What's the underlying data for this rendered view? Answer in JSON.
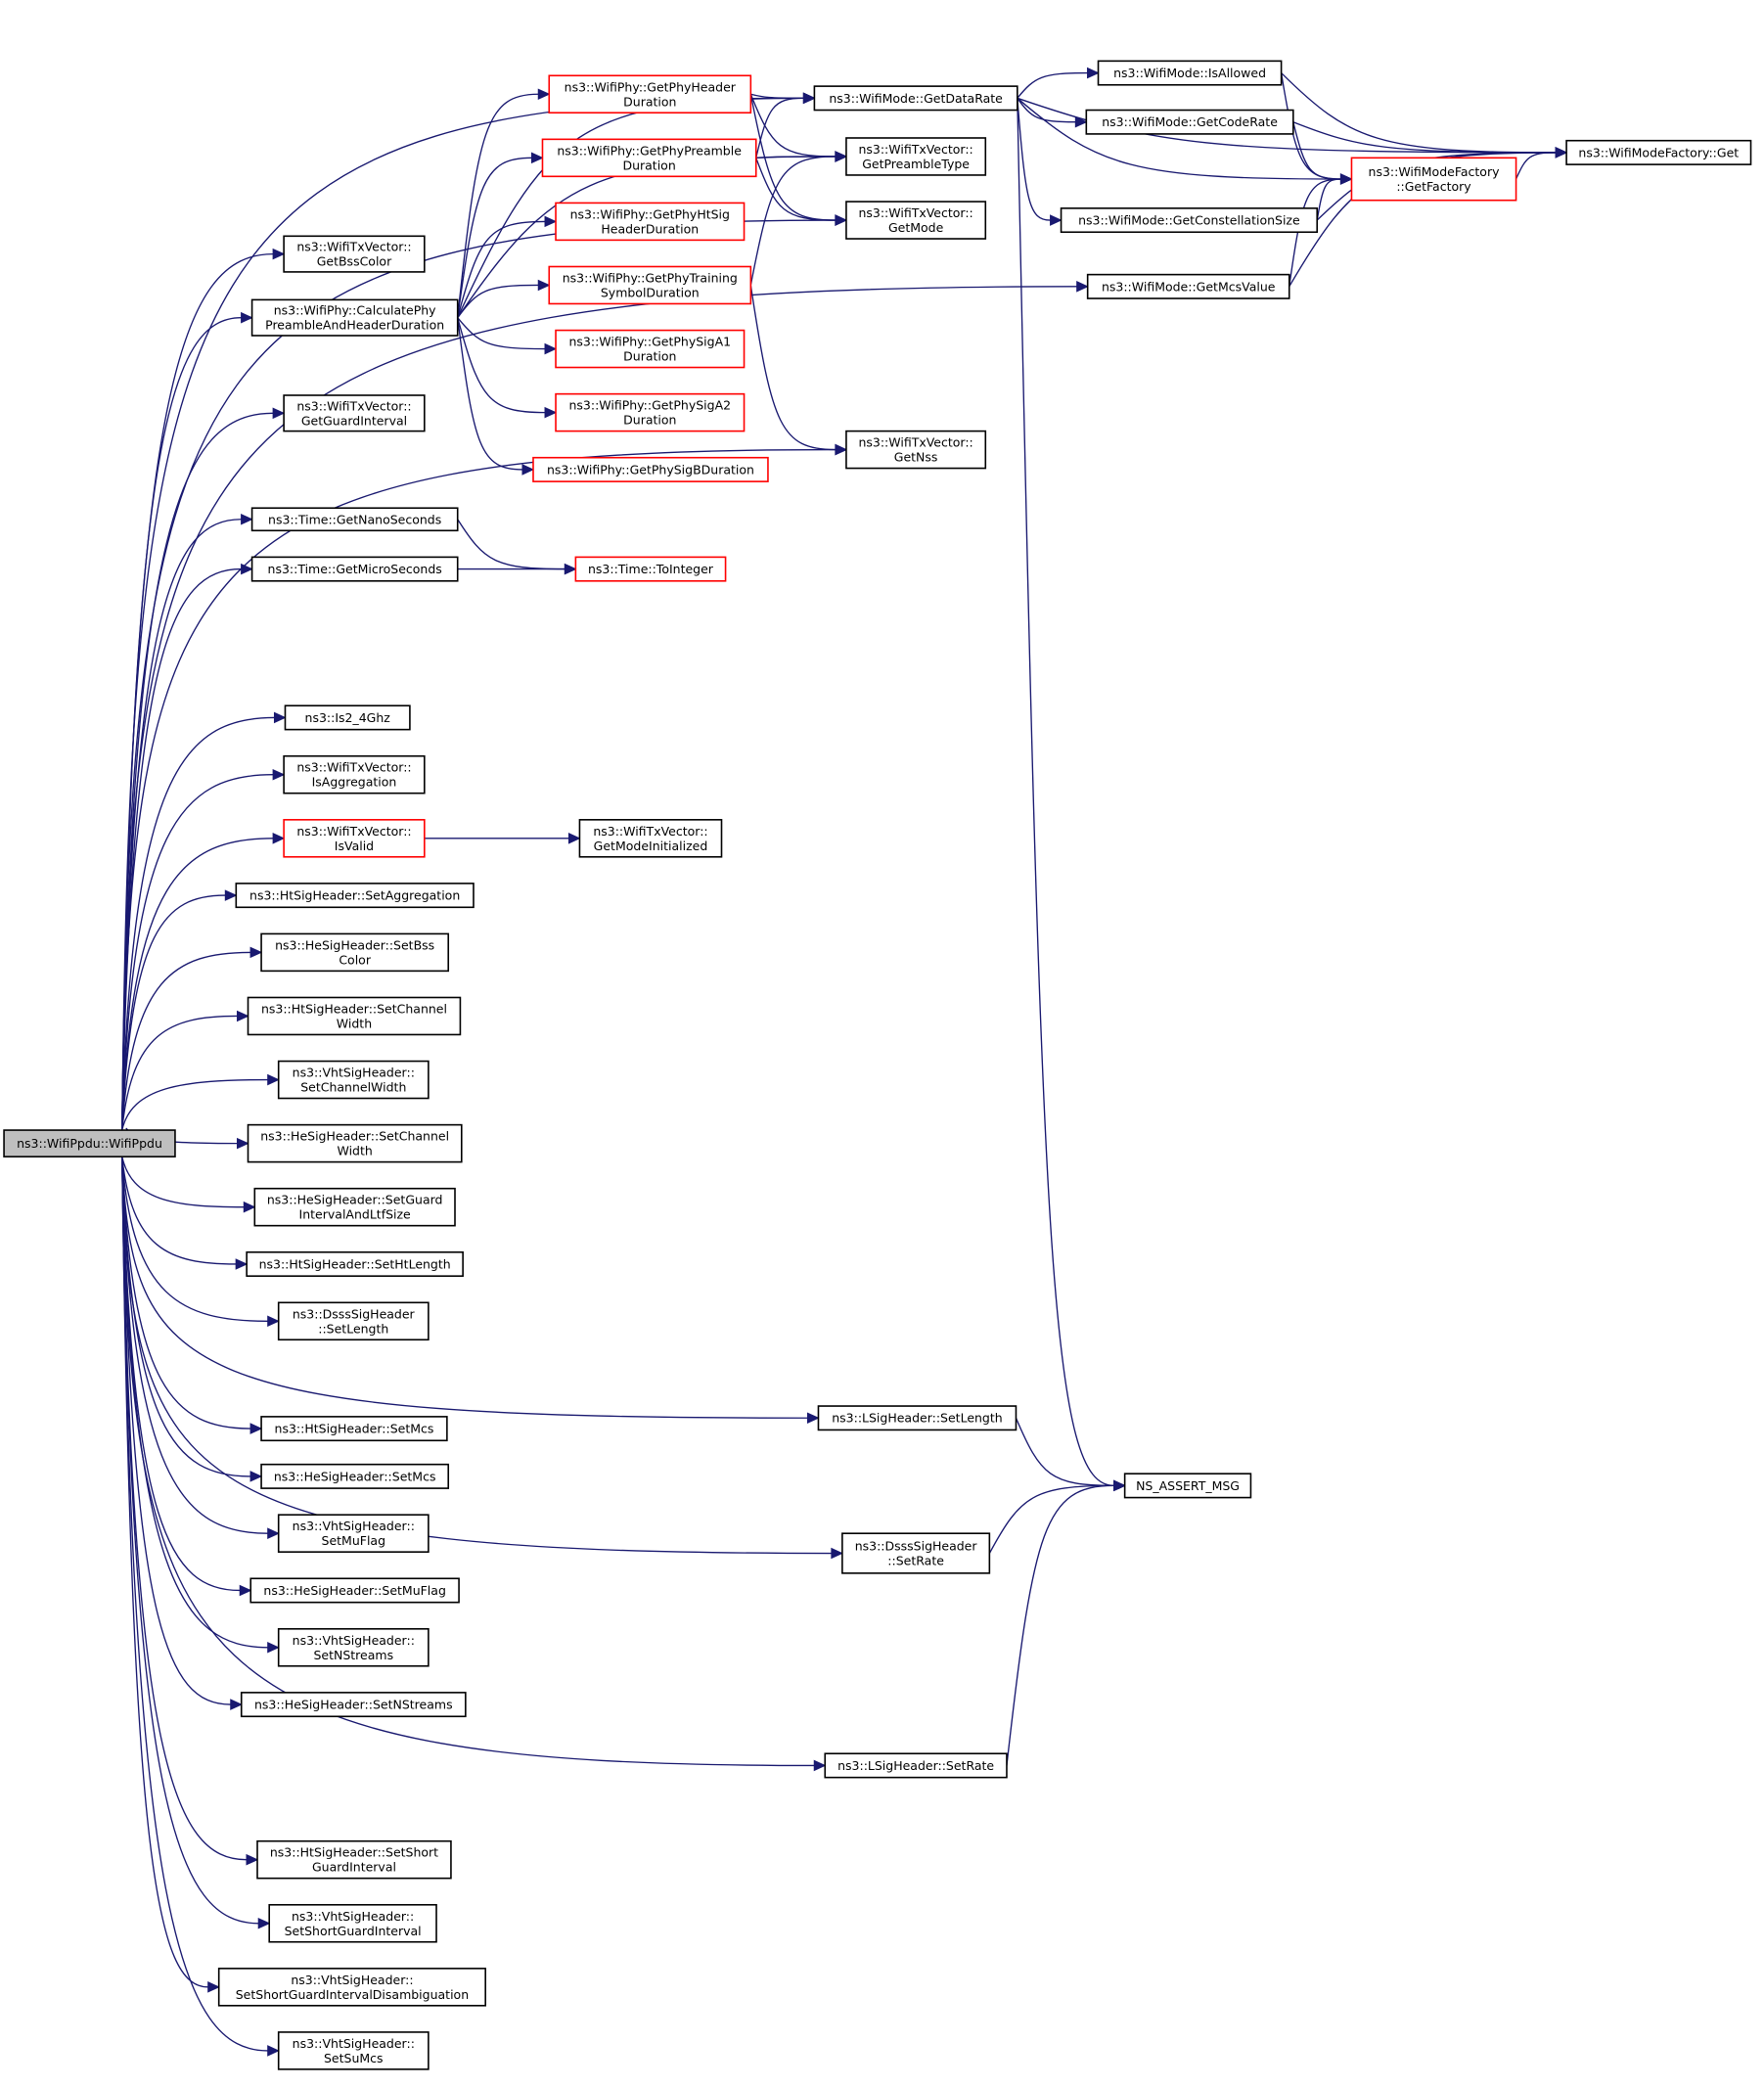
{
  "colors": {
    "edge": "#191970",
    "node_border": "#000000",
    "node_border_incomplete": "#ff0000",
    "root_fill": "#bfbfbf",
    "background": "#ffffff"
  },
  "nodes": [
    {
      "id": "root",
      "lines": [
        "ns3::WifiPpdu::WifiPpdu"
      ],
      "style": "root"
    },
    {
      "id": "getBssColor",
      "lines": [
        "ns3::WifiTxVector::",
        "GetBssColor"
      ],
      "style": "normal"
    },
    {
      "id": "calcPhy",
      "lines": [
        "ns3::WifiPhy::CalculatePhy",
        "PreambleAndHeaderDuration"
      ],
      "style": "normal"
    },
    {
      "id": "getGuardInterval",
      "lines": [
        "ns3::WifiTxVector::",
        "GetGuardInterval"
      ],
      "style": "normal"
    },
    {
      "id": "getNanoSeconds",
      "lines": [
        "ns3::Time::GetNanoSeconds"
      ],
      "style": "normal"
    },
    {
      "id": "getMicroSeconds",
      "lines": [
        "ns3::Time::GetMicroSeconds"
      ],
      "style": "normal"
    },
    {
      "id": "is24",
      "lines": [
        "ns3::Is2_4Ghz"
      ],
      "style": "normal"
    },
    {
      "id": "isAggregation",
      "lines": [
        "ns3::WifiTxVector::",
        "IsAggregation"
      ],
      "style": "normal"
    },
    {
      "id": "isValid",
      "lines": [
        "ns3::WifiTxVector::",
        "IsValid"
      ],
      "style": "red"
    },
    {
      "id": "htSetAggregation",
      "lines": [
        "ns3::HtSigHeader::SetAggregation"
      ],
      "style": "normal"
    },
    {
      "id": "heSetBssColor",
      "lines": [
        "ns3::HeSigHeader::SetBss",
        "Color"
      ],
      "style": "normal"
    },
    {
      "id": "htSetChannelWidth",
      "lines": [
        "ns3::HtSigHeader::SetChannel",
        "Width"
      ],
      "style": "normal"
    },
    {
      "id": "vhtSetChannelWidth",
      "lines": [
        "ns3::VhtSigHeader::",
        "SetChannelWidth"
      ],
      "style": "normal"
    },
    {
      "id": "heSetChannelWidth",
      "lines": [
        "ns3::HeSigHeader::SetChannel",
        "Width"
      ],
      "style": "normal"
    },
    {
      "id": "heSetGuard",
      "lines": [
        "ns3::HeSigHeader::SetGuard",
        "IntervalAndLtfSize"
      ],
      "style": "normal"
    },
    {
      "id": "htSetHtLength",
      "lines": [
        "ns3::HtSigHeader::SetHtLength"
      ],
      "style": "normal"
    },
    {
      "id": "dsssSetLength",
      "lines": [
        "ns3::DsssSigHeader",
        "::SetLength"
      ],
      "style": "normal"
    },
    {
      "id": "htSetMcs",
      "lines": [
        "ns3::HtSigHeader::SetMcs"
      ],
      "style": "normal"
    },
    {
      "id": "heSetMcs",
      "lines": [
        "ns3::HeSigHeader::SetMcs"
      ],
      "style": "normal"
    },
    {
      "id": "vhtSetMuFlag",
      "lines": [
        "ns3::VhtSigHeader::",
        "SetMuFlag"
      ],
      "style": "normal"
    },
    {
      "id": "heSetMuFlag",
      "lines": [
        "ns3::HeSigHeader::SetMuFlag"
      ],
      "style": "normal"
    },
    {
      "id": "vhtSetNStreams",
      "lines": [
        "ns3::VhtSigHeader::",
        "SetNStreams"
      ],
      "style": "normal"
    },
    {
      "id": "heSetNStreams",
      "lines": [
        "ns3::HeSigHeader::SetNStreams"
      ],
      "style": "normal"
    },
    {
      "id": "htSetShortGuard",
      "lines": [
        "ns3::HtSigHeader::SetShort",
        "GuardInterval"
      ],
      "style": "normal"
    },
    {
      "id": "vhtSetShortGuard",
      "lines": [
        "ns3::VhtSigHeader::",
        "SetShortGuardInterval"
      ],
      "style": "normal"
    },
    {
      "id": "vhtSetShortGuardDisamb",
      "lines": [
        "ns3::VhtSigHeader::",
        "SetShortGuardIntervalDisambiguation"
      ],
      "style": "normal"
    },
    {
      "id": "vhtSetSuMcs",
      "lines": [
        "ns3::VhtSigHeader::",
        "SetSuMcs"
      ],
      "style": "normal"
    },
    {
      "id": "getPhyHeaderDuration",
      "lines": [
        "ns3::WifiPhy::GetPhyHeader",
        "Duration"
      ],
      "style": "red"
    },
    {
      "id": "getPhyPreambleDuration",
      "lines": [
        "ns3::WifiPhy::GetPhyPreamble",
        "Duration"
      ],
      "style": "red"
    },
    {
      "id": "getPhyHtSigHeaderDuration",
      "lines": [
        "ns3::WifiPhy::GetPhyHtSig",
        "HeaderDuration"
      ],
      "style": "red"
    },
    {
      "id": "getPhyTrainingSymbolDuration",
      "lines": [
        "ns3::WifiPhy::GetPhyTraining",
        "SymbolDuration"
      ],
      "style": "red"
    },
    {
      "id": "getPhySigA1Duration",
      "lines": [
        "ns3::WifiPhy::GetPhySigA1",
        "Duration"
      ],
      "style": "red"
    },
    {
      "id": "getPhySigA2Duration",
      "lines": [
        "ns3::WifiPhy::GetPhySigA2",
        "Duration"
      ],
      "style": "red"
    },
    {
      "id": "getPhySigBDuration",
      "lines": [
        "ns3::WifiPhy::GetPhySigBDuration"
      ],
      "style": "red"
    },
    {
      "id": "toInteger",
      "lines": [
        "ns3::Time::ToInteger"
      ],
      "style": "red"
    },
    {
      "id": "getModeInitialized",
      "lines": [
        "ns3::WifiTxVector::",
        "GetModeInitialized"
      ],
      "style": "normal"
    },
    {
      "id": "getDataRate",
      "lines": [
        "ns3::WifiMode::GetDataRate"
      ],
      "style": "normal"
    },
    {
      "id": "getPreambleType",
      "lines": [
        "ns3::WifiTxVector::",
        "GetPreambleType"
      ],
      "style": "normal"
    },
    {
      "id": "getMode",
      "lines": [
        "ns3::WifiTxVector::",
        "GetMode"
      ],
      "style": "normal"
    },
    {
      "id": "getNss",
      "lines": [
        "ns3::WifiTxVector::",
        "GetNss"
      ],
      "style": "normal"
    },
    {
      "id": "lsigSetLength",
      "lines": [
        "ns3::LSigHeader::SetLength"
      ],
      "style": "normal"
    },
    {
      "id": "dsssSetRate",
      "lines": [
        "ns3::DsssSigHeader",
        "::SetRate"
      ],
      "style": "normal"
    },
    {
      "id": "lsigSetRate",
      "lines": [
        "ns3::LSigHeader::SetRate"
      ],
      "style": "normal"
    },
    {
      "id": "isAllowed",
      "lines": [
        "ns3::WifiMode::IsAllowed"
      ],
      "style": "normal"
    },
    {
      "id": "getCodeRate",
      "lines": [
        "ns3::WifiMode::GetCodeRate"
      ],
      "style": "normal"
    },
    {
      "id": "getConstellationSize",
      "lines": [
        "ns3::WifiMode::GetConstellationSize"
      ],
      "style": "normal"
    },
    {
      "id": "getMcsValue",
      "lines": [
        "ns3::WifiMode::GetMcsValue"
      ],
      "style": "normal"
    },
    {
      "id": "nsAssertMsg",
      "lines": [
        "NS_ASSERT_MSG"
      ],
      "style": "normal"
    },
    {
      "id": "getFactory",
      "lines": [
        "ns3::WifiModeFactory",
        "::GetFactory"
      ],
      "style": "red"
    },
    {
      "id": "factoryGet",
      "lines": [
        "ns3::WifiModeFactory::Get"
      ],
      "style": "normal"
    }
  ],
  "edges": [
    [
      "root",
      "getDataRate"
    ],
    [
      "root",
      "getBssColor"
    ],
    [
      "root",
      "calcPhy"
    ],
    [
      "root",
      "getGuardInterval"
    ],
    [
      "root",
      "getMode"
    ],
    [
      "root",
      "getNanoSeconds"
    ],
    [
      "root",
      "getMicroSeconds"
    ],
    [
      "root",
      "getNss"
    ],
    [
      "root",
      "getMcsValue"
    ],
    [
      "root",
      "is24"
    ],
    [
      "root",
      "isAggregation"
    ],
    [
      "root",
      "isValid"
    ],
    [
      "root",
      "htSetAggregation"
    ],
    [
      "root",
      "heSetBssColor"
    ],
    [
      "root",
      "htSetChannelWidth"
    ],
    [
      "root",
      "vhtSetChannelWidth"
    ],
    [
      "root",
      "heSetChannelWidth"
    ],
    [
      "root",
      "heSetGuard"
    ],
    [
      "root",
      "htSetHtLength"
    ],
    [
      "root",
      "dsssSetLength"
    ],
    [
      "root",
      "lsigSetLength"
    ],
    [
      "root",
      "htSetMcs"
    ],
    [
      "root",
      "heSetMcs"
    ],
    [
      "root",
      "vhtSetMuFlag"
    ],
    [
      "root",
      "heSetMuFlag"
    ],
    [
      "root",
      "vhtSetNStreams"
    ],
    [
      "root",
      "heSetNStreams"
    ],
    [
      "root",
      "dsssSetRate"
    ],
    [
      "root",
      "lsigSetRate"
    ],
    [
      "root",
      "htSetShortGuard"
    ],
    [
      "root",
      "vhtSetShortGuard"
    ],
    [
      "root",
      "vhtSetShortGuardDisamb"
    ],
    [
      "root",
      "vhtSetSuMcs"
    ],
    [
      "calcPhy",
      "getDataRate"
    ],
    [
      "calcPhy",
      "getPreambleType"
    ],
    [
      "calcPhy",
      "getPhyHeaderDuration"
    ],
    [
      "calcPhy",
      "getPhyPreambleDuration"
    ],
    [
      "calcPhy",
      "getPhyHtSigHeaderDuration"
    ],
    [
      "calcPhy",
      "getPhyTrainingSymbolDuration"
    ],
    [
      "calcPhy",
      "getPhySigA1Duration"
    ],
    [
      "calcPhy",
      "getPhySigA2Duration"
    ],
    [
      "calcPhy",
      "getPhySigBDuration"
    ],
    [
      "getPhyHeaderDuration",
      "getDataRate"
    ],
    [
      "getPhyHeaderDuration",
      "getPreambleType"
    ],
    [
      "getPhyHeaderDuration",
      "getMode"
    ],
    [
      "getPhyPreambleDuration",
      "getDataRate"
    ],
    [
      "getPhyPreambleDuration",
      "getPreambleType"
    ],
    [
      "getPhyPreambleDuration",
      "getMode"
    ],
    [
      "getPhyTrainingSymbolDuration",
      "getPreambleType"
    ],
    [
      "getPhyTrainingSymbolDuration",
      "getNss"
    ],
    [
      "getNanoSeconds",
      "toInteger"
    ],
    [
      "getMicroSeconds",
      "toInteger"
    ],
    [
      "isValid",
      "getModeInitialized"
    ],
    [
      "getDataRate",
      "isAllowed"
    ],
    [
      "getDataRate",
      "getCodeRate"
    ],
    [
      "getDataRate",
      "getConstellationSize"
    ],
    [
      "getDataRate",
      "getFactory"
    ],
    [
      "getDataRate",
      "factoryGet"
    ],
    [
      "getDataRate",
      "nsAssertMsg"
    ],
    [
      "isAllowed",
      "getFactory"
    ],
    [
      "isAllowed",
      "factoryGet"
    ],
    [
      "getCodeRate",
      "getFactory"
    ],
    [
      "getCodeRate",
      "factoryGet"
    ],
    [
      "getConstellationSize",
      "getFactory"
    ],
    [
      "getConstellationSize",
      "factoryGet"
    ],
    [
      "getMcsValue",
      "getFactory"
    ],
    [
      "getMcsValue",
      "factoryGet"
    ],
    [
      "getFactory",
      "factoryGet"
    ],
    [
      "lsigSetLength",
      "nsAssertMsg"
    ],
    [
      "dsssSetRate",
      "nsAssertMsg"
    ],
    [
      "lsigSetRate",
      "nsAssertMsg"
    ]
  ]
}
